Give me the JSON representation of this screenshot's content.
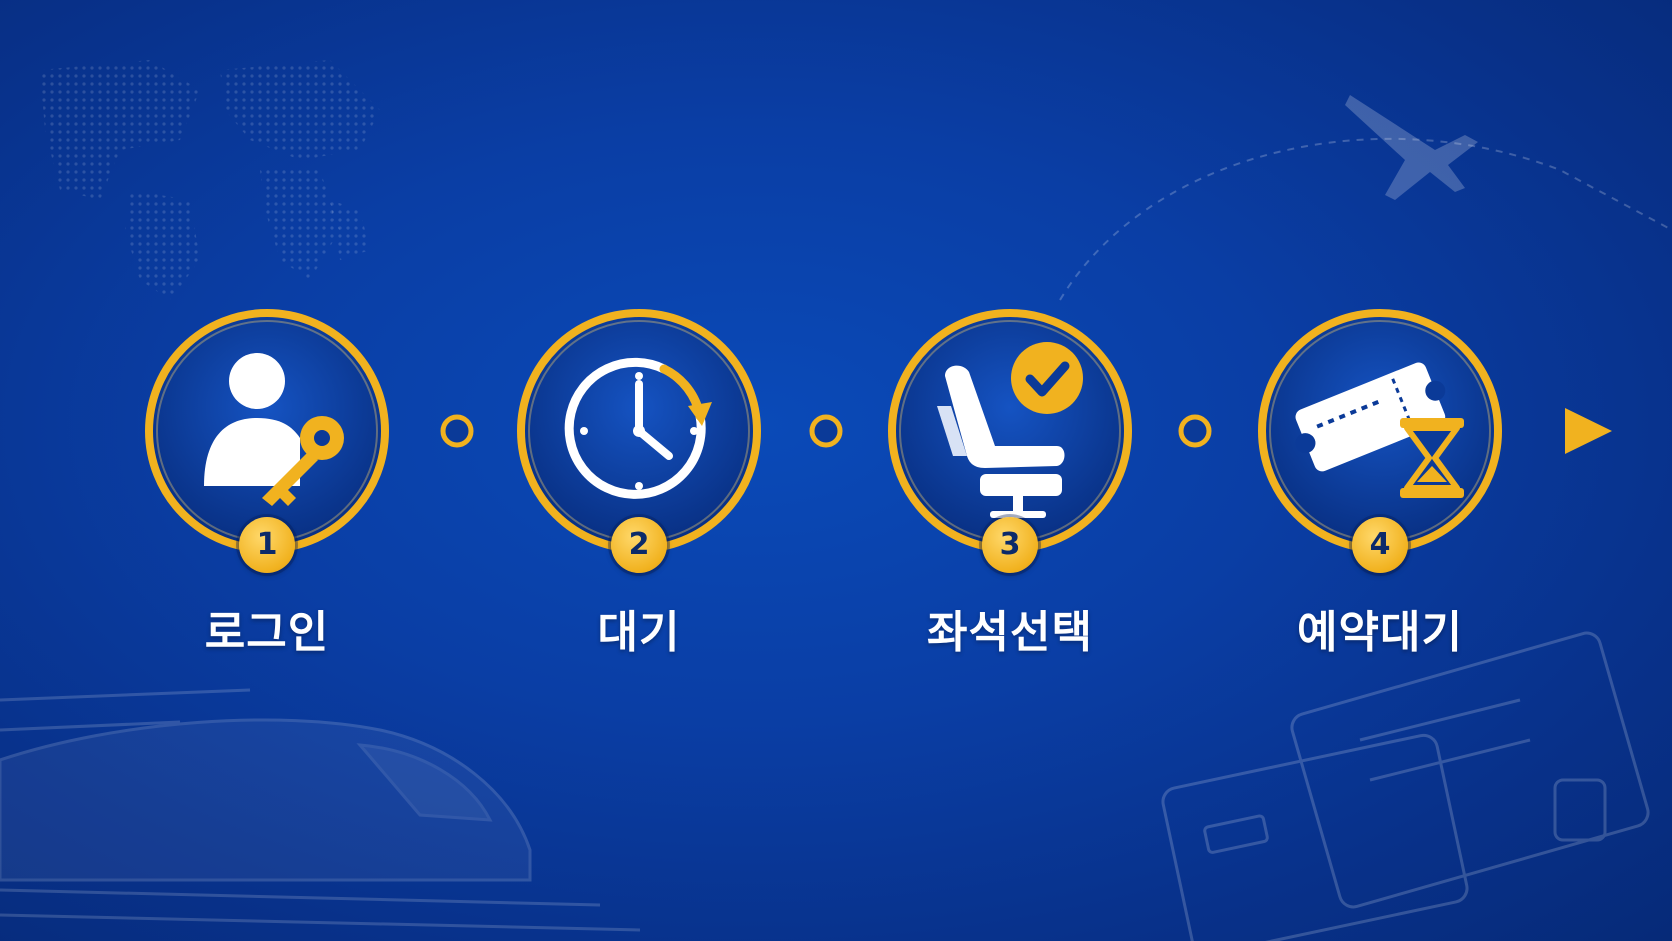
{
  "diagram": {
    "steps": [
      {
        "number": "1",
        "label": "로그인",
        "icon": "user-key-icon"
      },
      {
        "number": "2",
        "label": "대기",
        "icon": "clock-icon"
      },
      {
        "number": "3",
        "label": "좌석선택",
        "icon": "seat-check-icon"
      },
      {
        "number": "4",
        "label": "예약대기",
        "icon": "ticket-hourglass-icon"
      }
    ]
  },
  "colors": {
    "background": "#0a3ea5",
    "gold": "#f1b21f",
    "circle_fill": "#0b3a98",
    "text": "#ffffff"
  }
}
